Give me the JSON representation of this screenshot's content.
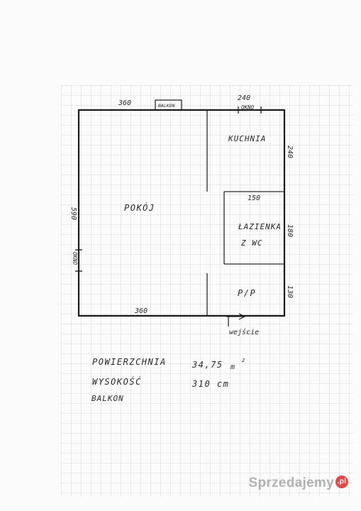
{
  "plan": {
    "dimensions": {
      "top_left": "360",
      "top_right": "240",
      "left": "590",
      "right_top": "240",
      "right_mid": "180",
      "right_bottom": "130",
      "bottom": "360",
      "bath_width": "150"
    },
    "labels": {
      "balcony_door": "BALKON",
      "window_top": "OKNO",
      "window_left": "OKNO",
      "kitchen": "KUCHNIA",
      "room": "POKÓJ",
      "bathroom_line1": "ŁAZIENKA",
      "bathroom_line2": "Z WC",
      "hallway": "P/P",
      "entrance": "wejście"
    }
  },
  "notes": {
    "area_label": "POWIERZCHNIA",
    "area_value": "34,75",
    "area_unit": "m",
    "area_unit_sup": "2",
    "height_label": "WYSOKOŚĆ",
    "height_value": "310 cm",
    "balcony": "BALKON"
  },
  "watermark": {
    "brand": "Sprzedajemy",
    "suffix": ".pl"
  }
}
